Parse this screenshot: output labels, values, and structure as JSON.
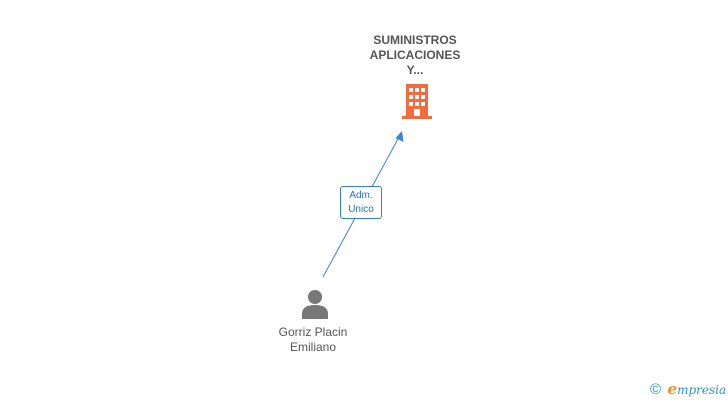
{
  "company": {
    "name_lines": [
      "SUMINISTROS",
      "APLICACIONES",
      "Y..."
    ],
    "icon": "building-icon",
    "color": "#f26a3d"
  },
  "relation": {
    "label_lines": [
      "Adm.",
      "Unico"
    ],
    "color": "#2f7fd9"
  },
  "person": {
    "name_lines": [
      "Gorriz Placin",
      "Emiliano"
    ],
    "icon": "person-icon",
    "color": "#777777"
  },
  "brand": {
    "copyright_symbol": "©",
    "logo_initial": "e",
    "logo_rest": "mpresia"
  }
}
